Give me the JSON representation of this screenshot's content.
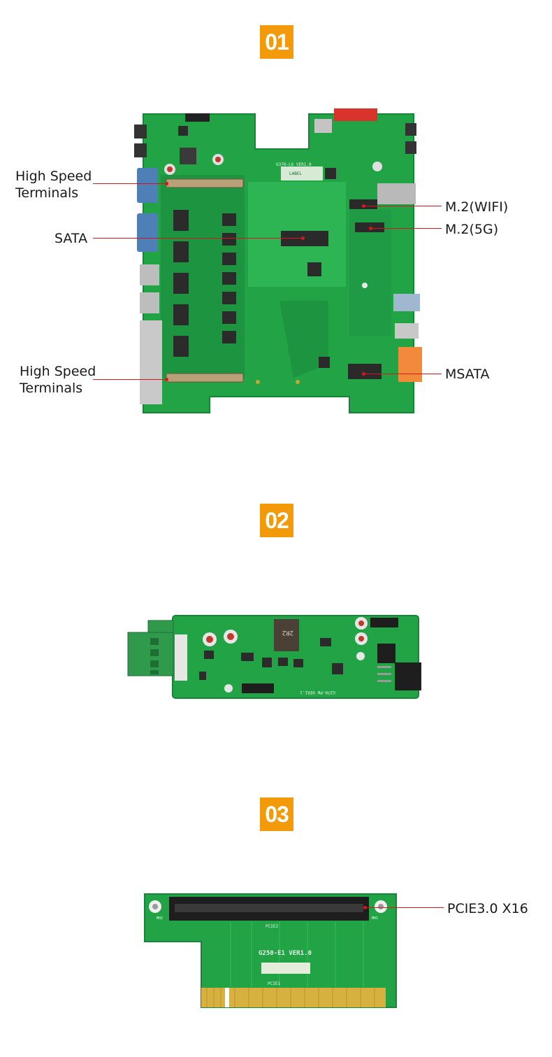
{
  "sections": [
    {
      "badge": "01"
    },
    {
      "badge": "02"
    },
    {
      "badge": "03"
    }
  ],
  "board1": {
    "labels": {
      "high_speed_top": "High Speed Terminals",
      "sata": "SATA",
      "m2_wifi": "M.2(WIFI)",
      "m2_5g": "M.2(5G)",
      "high_speed_bottom": "High Speed Terminals",
      "msata": "MSATA"
    },
    "silkscreen": {
      "model": "G370-L6 VER1.0",
      "label_box": "LABEL"
    }
  },
  "board2": {
    "silkscreen": {
      "model": "G370-PW VER1.1",
      "inductor": "2R2"
    }
  },
  "board3": {
    "labels": {
      "pcie": "PCIE3.0 X16"
    },
    "silkscreen": {
      "model": "G250-E1 VER1.0",
      "slot_top": "PCIE2",
      "slot_bottom": "PCIE1",
      "mh_left": "MH2",
      "mh_right": "MH1"
    }
  },
  "colors": {
    "accent": "#f39a0b",
    "pcb": "#23a84a",
    "leader": "#d0191b",
    "gold": "#d7b13f"
  }
}
